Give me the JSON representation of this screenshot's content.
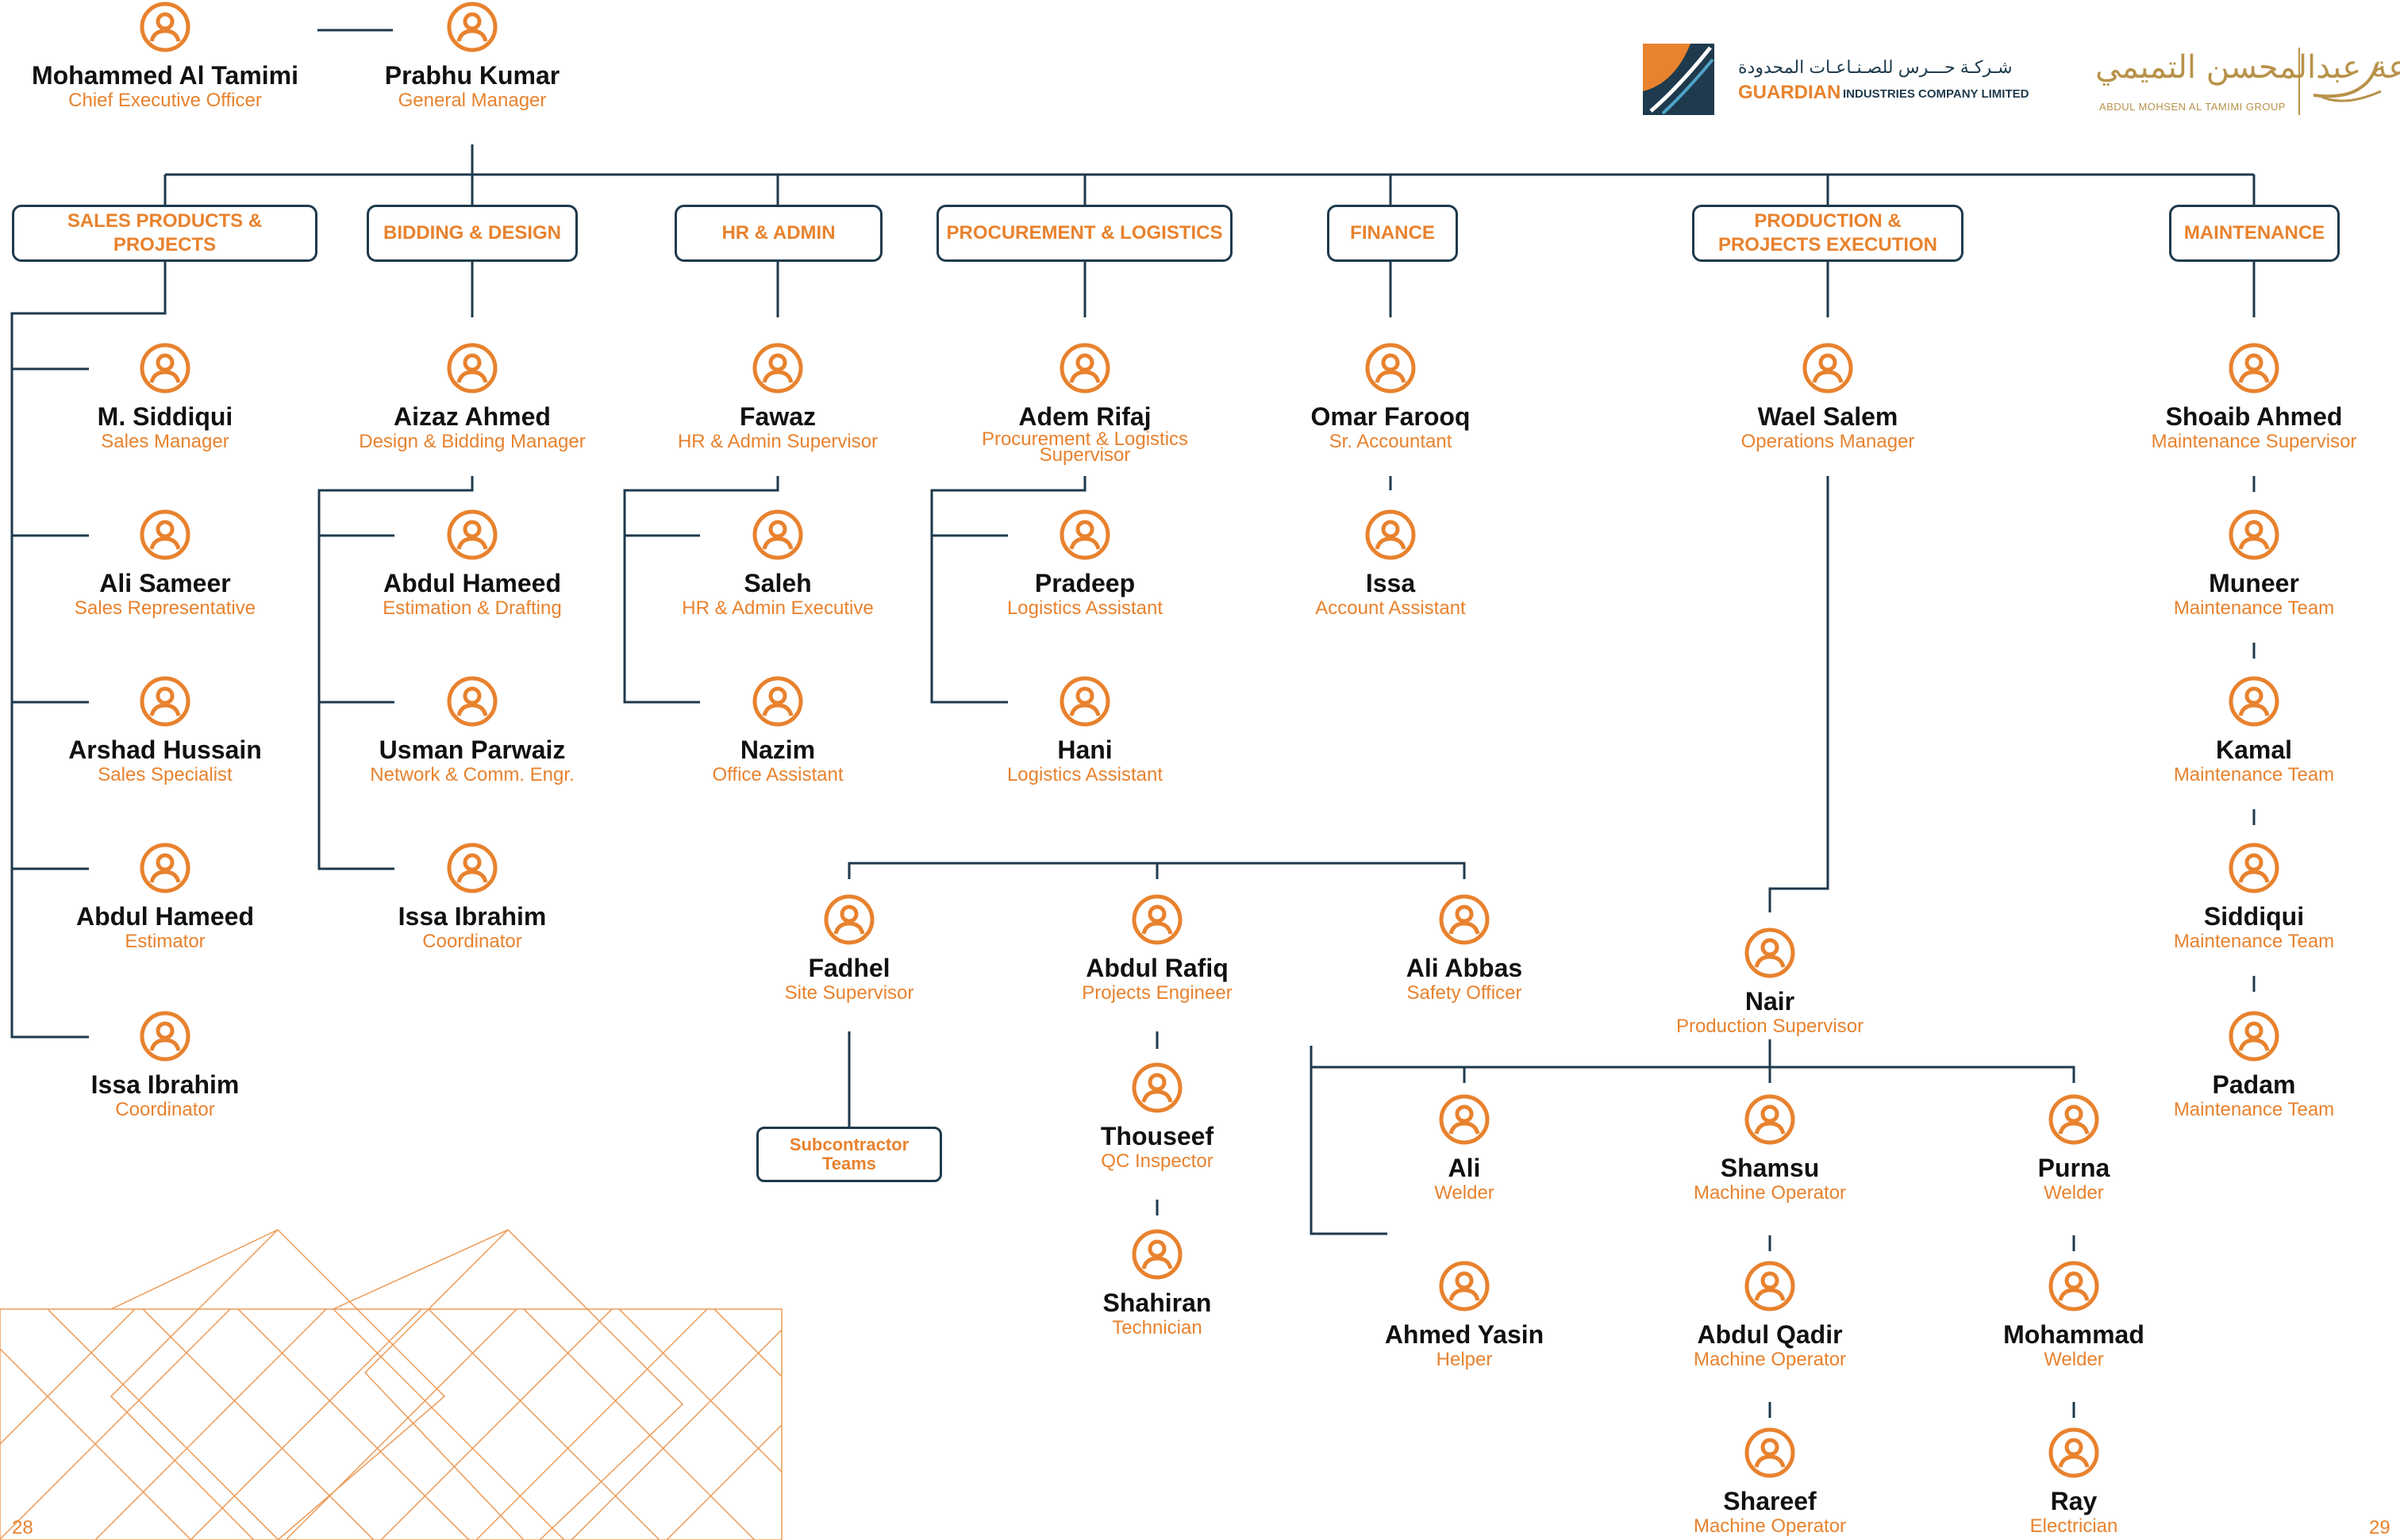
{
  "executives": [
    {
      "name": "Mohammed Al Tamimi",
      "role": "Chief Executive Officer"
    },
    {
      "name": "Prabhu Kumar",
      "role": "General Manager"
    }
  ],
  "departments": [
    {
      "label": "SALES PRODUCTS & PROJECTS"
    },
    {
      "label": "BIDDING & DESIGN"
    },
    {
      "label": "HR & ADMIN"
    },
    {
      "label": "PROCUREMENT & LOGISTICS"
    },
    {
      "label": "FINANCE"
    },
    {
      "label": "PRODUCTION & PROJECTS EXECUTION"
    },
    {
      "label": "MAINTENANCE"
    }
  ],
  "people": [
    {
      "name": "M. Siddiqui",
      "role": "Sales Manager"
    },
    {
      "name": "Ali Sameer",
      "role": "Sales Representative"
    },
    {
      "name": "Arshad Hussain",
      "role": "Sales Specialist"
    },
    {
      "name": "Abdul Hameed",
      "role": "Estimator"
    },
    {
      "name": "Issa Ibrahim",
      "role": "Coordinator"
    },
    {
      "name": "Aizaz Ahmed",
      "role": "Design & Bidding Manager"
    },
    {
      "name": "Abdul Hameed",
      "role": "Estimation & Drafting"
    },
    {
      "name": "Usman Parwaiz",
      "role": "Network & Comm. Engr."
    },
    {
      "name": "Issa Ibrahim",
      "role": "Coordinator"
    },
    {
      "name": "Fawaz",
      "role": "HR & Admin Supervisor"
    },
    {
      "name": "Saleh",
      "role": "HR & Admin Executive"
    },
    {
      "name": "Nazim",
      "role": "Office Assistant"
    },
    {
      "name": "Adem Rifaj",
      "role": "Procurement & Logistics Supervisor"
    },
    {
      "name": "Pradeep",
      "role": "Logistics Assistant"
    },
    {
      "name": "Hani",
      "role": "Logistics Assistant"
    },
    {
      "name": "Omar Farooq",
      "role": "Sr. Accountant"
    },
    {
      "name": "Issa",
      "role": "Account Assistant"
    },
    {
      "name": "Wael Salem",
      "role": "Operations Manager"
    },
    {
      "name": "Shoaib Ahmed",
      "role": "Maintenance Supervisor"
    },
    {
      "name": "Muneer",
      "role": "Maintenance Team"
    },
    {
      "name": "Kamal",
      "role": "Maintenance Team"
    },
    {
      "name": "Siddiqui",
      "role": "Maintenance Team"
    },
    {
      "name": "Padam",
      "role": "Maintenance Team"
    },
    {
      "name": "Fadhel",
      "role": "Site Supervisor"
    },
    {
      "name": "Abdul Rafiq",
      "role": "Projects Engineer"
    },
    {
      "name": "Ali Abbas",
      "role": "Safety Officer"
    },
    {
      "name": "Nair",
      "role": "Production Supervisor"
    },
    {
      "name": "Thouseef",
      "role": "QC Inspector"
    },
    {
      "name": "Shahiran",
      "role": "Technician"
    },
    {
      "name": "Ali",
      "role": "Welder"
    },
    {
      "name": "Ahmed Yasin",
      "role": "Helper"
    },
    {
      "name": "Shamsu",
      "role": "Machine Operator"
    },
    {
      "name": "Abdul Qadir",
      "role": "Machine Operator"
    },
    {
      "name": "Shareef",
      "role": "Machine Operator"
    },
    {
      "name": "Purna",
      "role": "Welder"
    },
    {
      "name": "Mohammad",
      "role": "Welder"
    },
    {
      "name": "Ray",
      "role": "Electrician"
    }
  ],
  "subcontractor_box": {
    "line1": "Subcontractor",
    "line2": "Teams"
  },
  "logos": {
    "guardian_arabic": "شـركـة حـــرس للصـنـاعـات المحدودة",
    "guardian_name": "GUARDIAN",
    "guardian_sub": "INDUSTRIES COMPANY LIMITED",
    "group_arabic": "مجموعة عبدالمحسن التميمي",
    "group_sub": "ABDUL MOHSEN AL TAMIMI GROUP"
  },
  "page_numbers": {
    "left": "28",
    "right": "29"
  },
  "colors": {
    "accent": "#E8822E",
    "line": "#1E3A4C",
    "text": "#111111",
    "gold": "#B8924A"
  }
}
